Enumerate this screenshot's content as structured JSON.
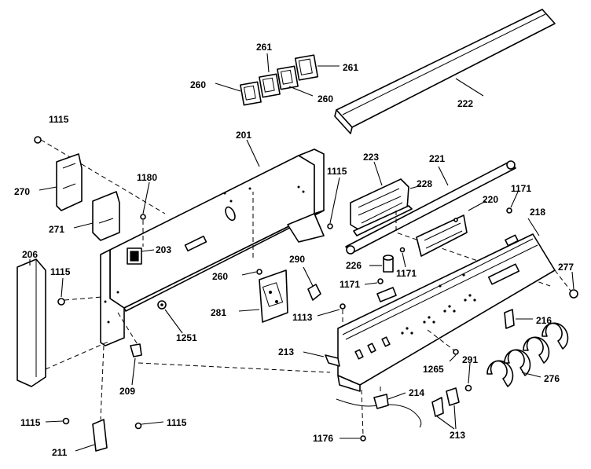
{
  "labels": {
    "p261a": "261",
    "p261b": "261",
    "p260a": "260",
    "p260b": "260",
    "p222": "222",
    "p1115a": "1115",
    "p201": "201",
    "p1180": "1180",
    "p270": "270",
    "p271": "271",
    "p203": "203",
    "p1115b": "1115",
    "p223": "223",
    "p221": "221",
    "p228": "228",
    "p1171a": "1171",
    "p220": "220",
    "p218": "218",
    "p206": "206",
    "p1115c": "1115",
    "p290": "290",
    "p226": "226",
    "p1171b": "1171",
    "p1171c": "1171",
    "p277": "277",
    "p260c": "260",
    "p281": "281",
    "p1251": "1251",
    "p1113": "1113",
    "p216": "216",
    "p213a": "213",
    "p1265": "1265",
    "p291": "291",
    "p276": "276",
    "p209": "209",
    "p214": "214",
    "p1115d": "1115",
    "p1115e": "1115",
    "p213b": "213",
    "p211": "211",
    "p1176": "1176"
  }
}
